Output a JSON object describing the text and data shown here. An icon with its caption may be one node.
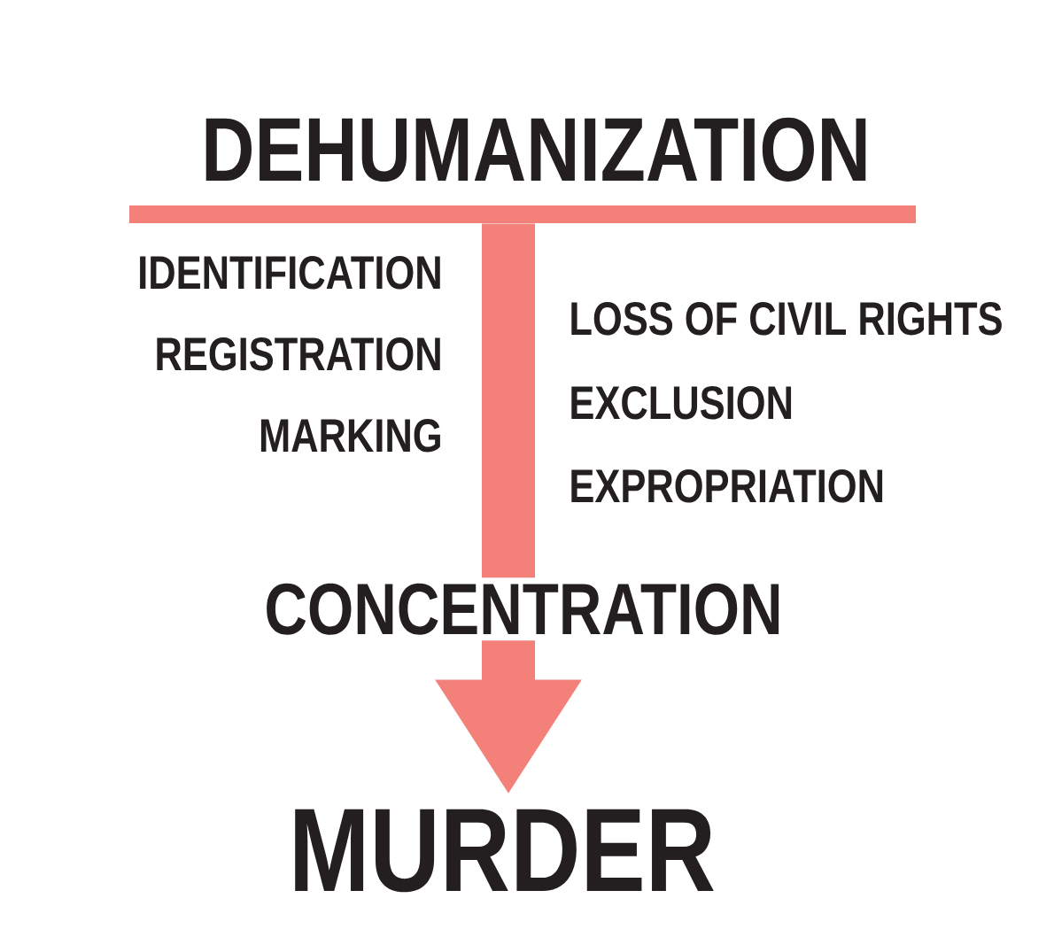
{
  "diagram": {
    "nodes": [
      {
        "text": [
          "DEHUMANIZATION"
        ]
      },
      {
        "text": [
          "CONCENTRATION"
        ]
      },
      {
        "text": [
          "MURDER"
        ]
      }
    ],
    "edges": [
      {
        "from": 0,
        "to": 1,
        "arrow": "none"
      },
      {
        "from": 1,
        "to": 2,
        "arrow": "to"
      }
    ],
    "labels": [
      "IDENTIFICATION",
      "REGISTRATION",
      "MARKING",
      "LOSS OF CIVIL RIGHTS",
      "EXCLUSION",
      "EXPROPRIATION"
    ]
  }
}
